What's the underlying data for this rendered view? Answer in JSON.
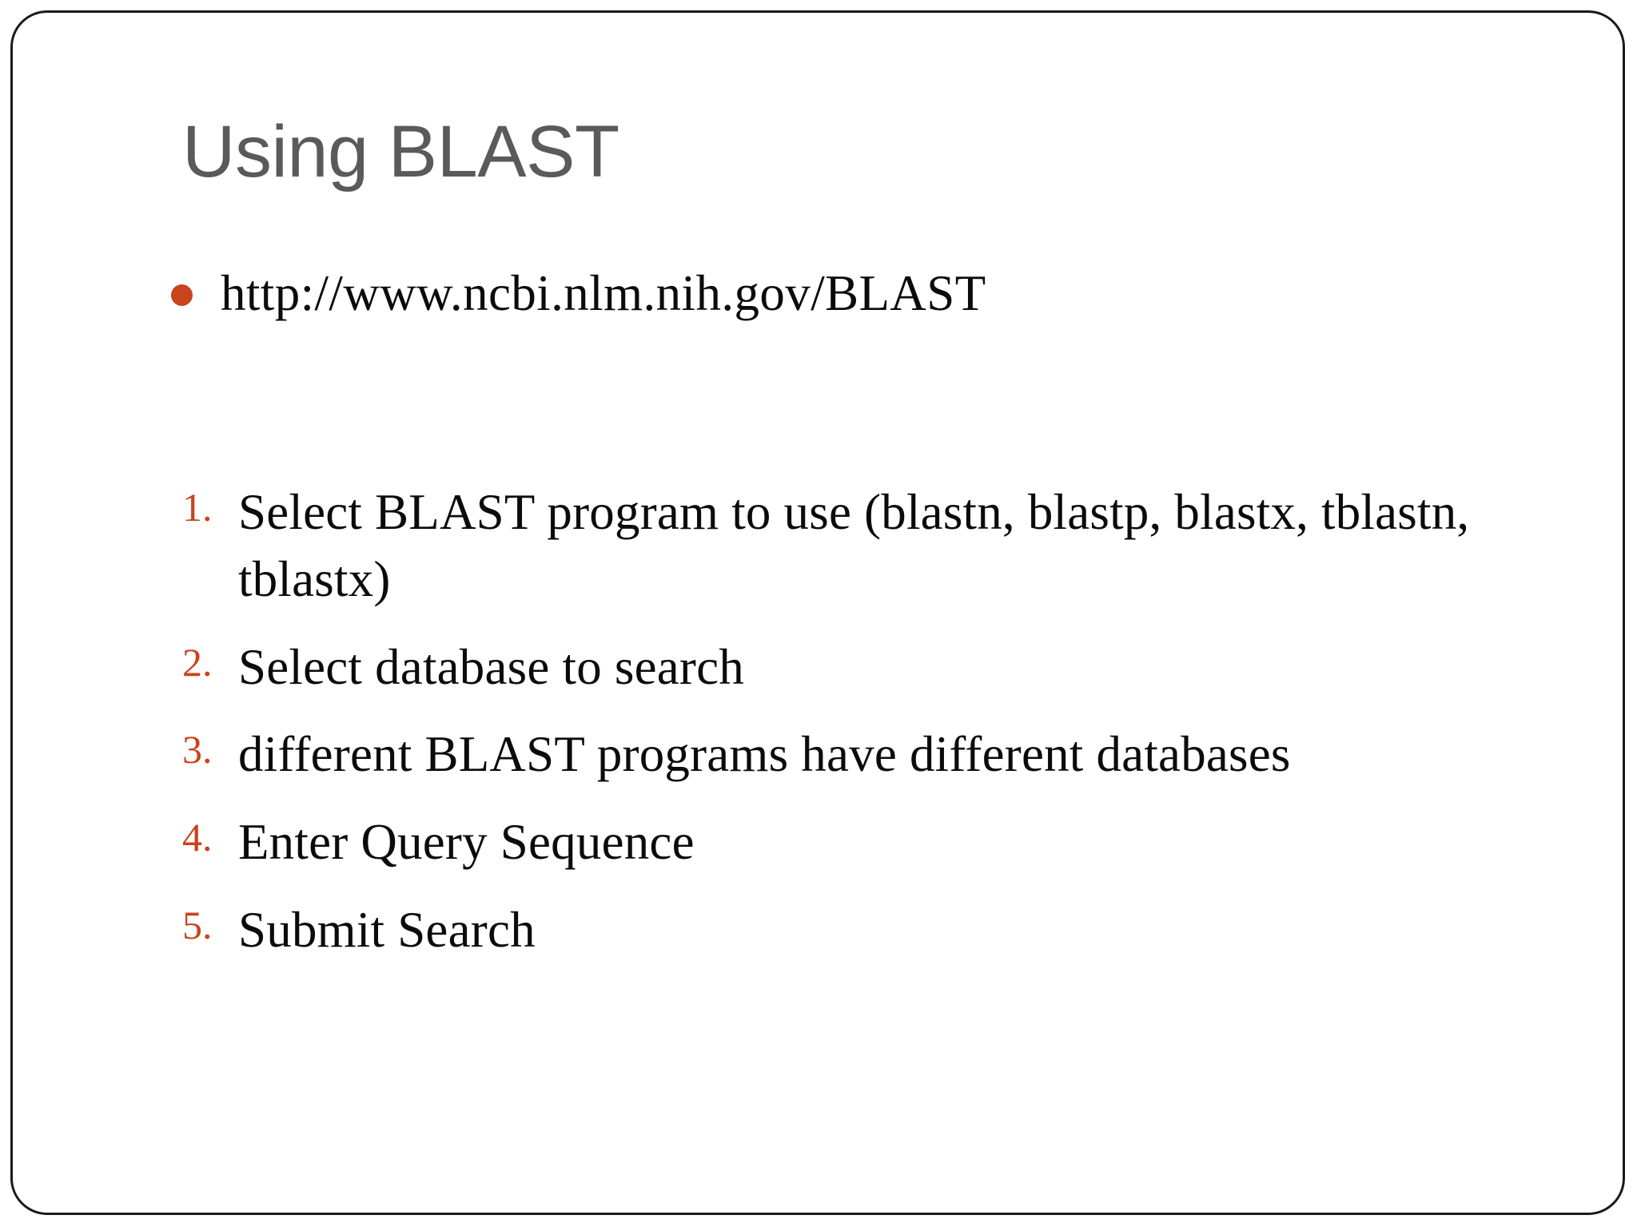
{
  "slide": {
    "title": "Using BLAST",
    "background_color": "#ffffff",
    "border_color": "#1a1a1a",
    "title_color": "#5a5a5a",
    "accent_color": "#c9431c",
    "body_text_color": "#0b0b0b"
  },
  "bullets": [
    {
      "marker": "bullet-dot",
      "text": "http://www.ncbi.nlm.nih.gov/BLAST"
    }
  ],
  "numbered_list": [
    {
      "marker": "1.",
      "text": "Select BLAST program to use (blastn, blastp, blastx, tblastn, tblastx)"
    },
    {
      "marker": "2.",
      "text": "Select database to search"
    },
    {
      "marker": "3.",
      "text": "different BLAST programs have different databases"
    },
    {
      "marker": "4.",
      "text": "Enter Query Sequence"
    },
    {
      "marker": "5.",
      "text": "Submit Search"
    }
  ]
}
